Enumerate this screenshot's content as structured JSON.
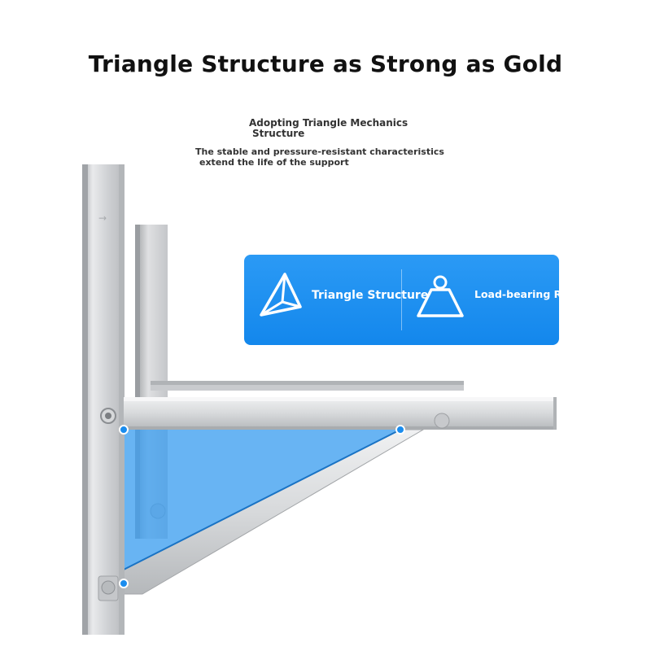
{
  "title": "Triangle Structure as Strong as Gold",
  "subtitle": {
    "line1": "Adopting Triangle Mechanics",
    "line2": "Structure"
  },
  "description": {
    "line1": "The stable and pressure-resistant characteristics",
    "line2": "extend the life of the support"
  },
  "features": [
    {
      "label": "Triangle Structure",
      "icon": "triangle-icon"
    },
    {
      "label": "Load-bearing Reinforcement",
      "icon": "weight-icon"
    }
  ],
  "colors": {
    "panel": "#1a8cee",
    "triangle_fill": "#3d9ff0",
    "metal": "#d4d6d9",
    "marker": "#1a8cee"
  }
}
